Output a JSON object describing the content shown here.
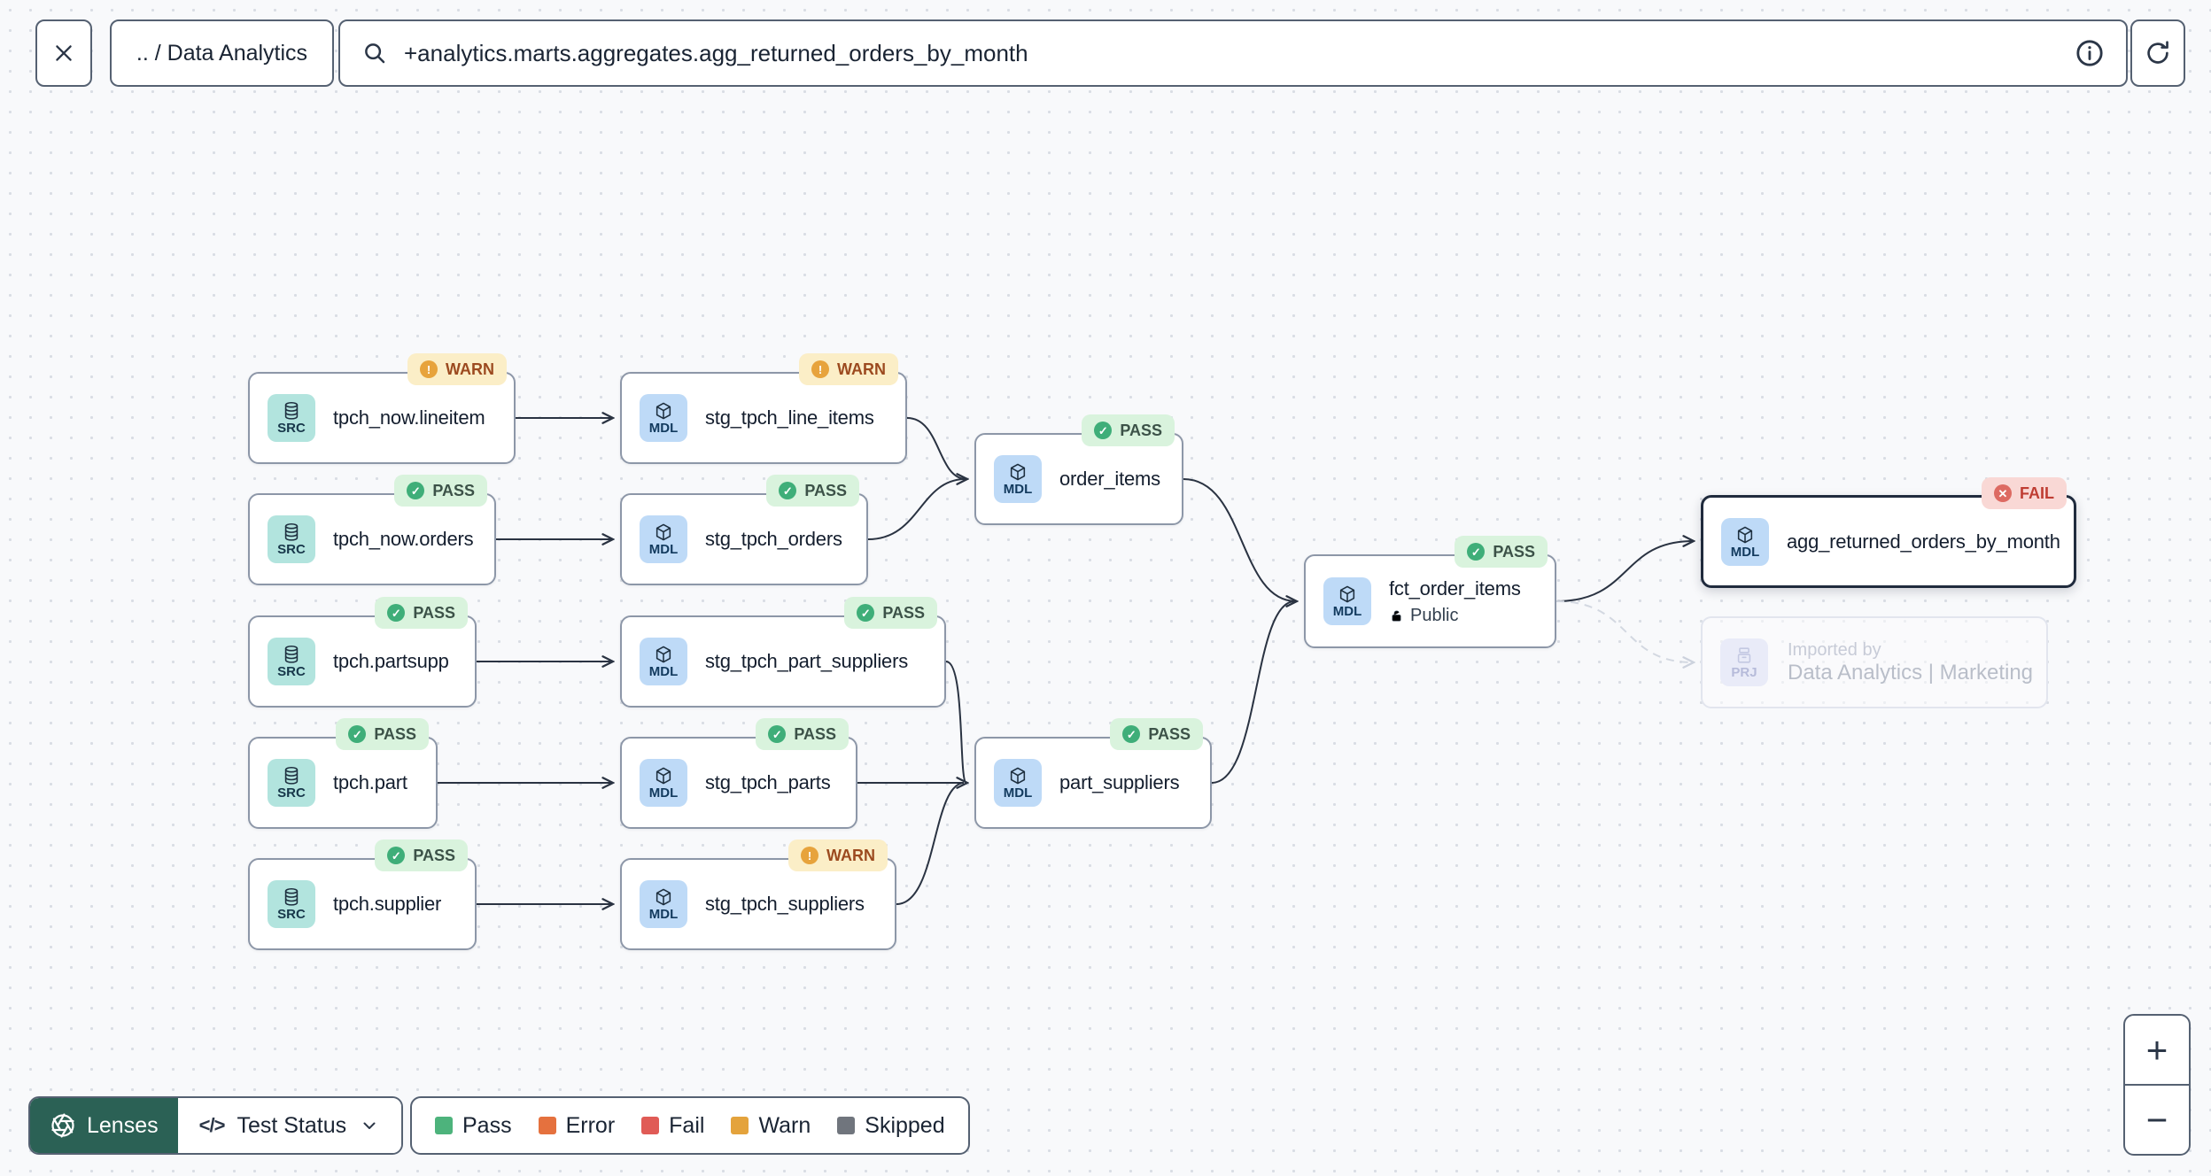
{
  "topbar": {
    "breadcrumb": ".. / Data Analytics",
    "search_value": "+analytics.marts.aggregates.agg_returned_orders_by_month"
  },
  "glyphs": {
    "pass": "✓",
    "warn": "!",
    "fail": "✕"
  },
  "graph": {
    "nodes": [
      {
        "type": "SRC",
        "title": "tpch_now.lineitem",
        "badge": "WARN"
      },
      {
        "type": "MDL",
        "title": "stg_tpch_line_items",
        "badge": "WARN"
      },
      {
        "type": "SRC",
        "title": "tpch_now.orders",
        "badge": "PASS"
      },
      {
        "type": "MDL",
        "title": "stg_tpch_orders",
        "badge": "PASS"
      },
      {
        "type": "SRC",
        "title": "tpch.partsupp",
        "badge": "PASS"
      },
      {
        "type": "MDL",
        "title": "stg_tpch_part_suppliers",
        "badge": "PASS"
      },
      {
        "type": "SRC",
        "title": "tpch.part",
        "badge": "PASS"
      },
      {
        "type": "MDL",
        "title": "stg_tpch_parts",
        "badge": "PASS"
      },
      {
        "type": "SRC",
        "title": "tpch.supplier",
        "badge": "PASS"
      },
      {
        "type": "MDL",
        "title": "stg_tpch_suppliers",
        "badge": "WARN"
      },
      {
        "type": "MDL",
        "title": "order_items",
        "badge": "PASS"
      },
      {
        "type": "MDL",
        "title": "part_suppliers",
        "badge": "PASS"
      },
      {
        "type": "MDL",
        "title": "fct_order_items",
        "badge": "PASS",
        "subtitle": "Public"
      },
      {
        "type": "MDL",
        "title": "agg_returned_orders_by_month",
        "badge": "FAIL",
        "selected": true
      }
    ],
    "ghost": {
      "type": "PRJ",
      "line1": "Imported by",
      "line2": "Data Analytics | Marketing"
    },
    "edges": [
      {
        "from": "tpch_now.lineitem",
        "to": "stg_tpch_line_items"
      },
      {
        "from": "tpch_now.orders",
        "to": "stg_tpch_orders"
      },
      {
        "from": "tpch.partsupp",
        "to": "stg_tpch_part_suppliers"
      },
      {
        "from": "tpch.part",
        "to": "stg_tpch_parts"
      },
      {
        "from": "tpch.supplier",
        "to": "stg_tpch_suppliers"
      },
      {
        "from": "stg_tpch_line_items",
        "to": "order_items"
      },
      {
        "from": "stg_tpch_orders",
        "to": "order_items"
      },
      {
        "from": "stg_tpch_part_suppliers",
        "to": "part_suppliers"
      },
      {
        "from": "stg_tpch_parts",
        "to": "part_suppliers"
      },
      {
        "from": "stg_tpch_suppliers",
        "to": "part_suppliers"
      },
      {
        "from": "order_items",
        "to": "fct_order_items"
      },
      {
        "from": "part_suppliers",
        "to": "fct_order_items"
      },
      {
        "from": "fct_order_items",
        "to": "agg_returned_orders_by_month"
      },
      {
        "from": "fct_order_items",
        "to": "Data Analytics | Marketing",
        "style": "dashed"
      }
    ]
  },
  "controls": {
    "lenses_label": "Lenses",
    "lens_selected": "Test Status",
    "zoom_in": "+",
    "zoom_out": "−"
  },
  "legend": {
    "items": [
      {
        "label": "Pass",
        "color": "#4db37c"
      },
      {
        "label": "Error",
        "color": "#e5713e"
      },
      {
        "label": "Fail",
        "color": "#e05b56"
      },
      {
        "label": "Warn",
        "color": "#e4a33c"
      },
      {
        "label": "Skipped",
        "color": "#70757d"
      }
    ]
  },
  "status_colors": {
    "pass_bg": "#d9f3dd",
    "pass_dot": "#3fae79",
    "warn_bg": "#fbeec7",
    "warn_dot": "#e7a33c",
    "fail_bg": "#f9d8d5",
    "fail_dot": "#dd6a62",
    "accent_lenses": "#2b6155",
    "src_tile": "#b2e4de",
    "mdl_tile": "#bedaf7"
  }
}
